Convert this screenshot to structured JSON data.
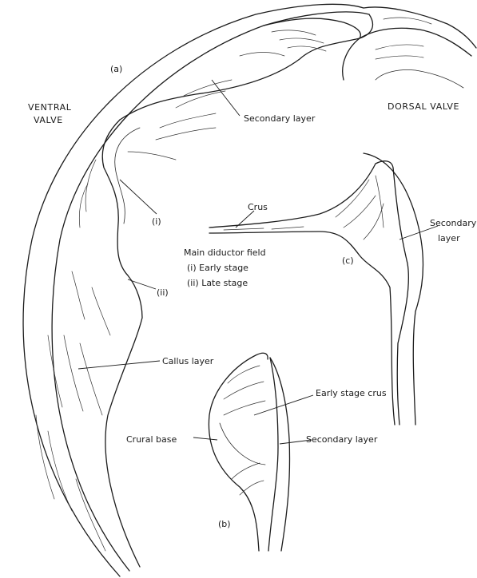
{
  "figure": {
    "part_a_label": "(a)",
    "part_b_label": "(b)",
    "part_c_label": "(c)",
    "ventral_valve_line1": "VENTRAL",
    "ventral_valve_line2": "VALVE",
    "dorsal_valve": "DORSAL VALVE",
    "secondary_layer_a": "Secondary layer",
    "stage_i_marker": "(i)",
    "stage_ii_marker": "(ii)",
    "main_field_title": "Main diductor field",
    "main_field_early": "(i) Early stage",
    "main_field_late": "(ii) Late stage",
    "callus_layer": "Callus layer",
    "crus": "Crus",
    "secondary_layer_c_line1": "Secondary",
    "secondary_layer_c_line2": "layer",
    "early_stage_crus": "Early stage crus",
    "crural_base": "Crural base",
    "secondary_layer_b": "Secondary layer"
  }
}
